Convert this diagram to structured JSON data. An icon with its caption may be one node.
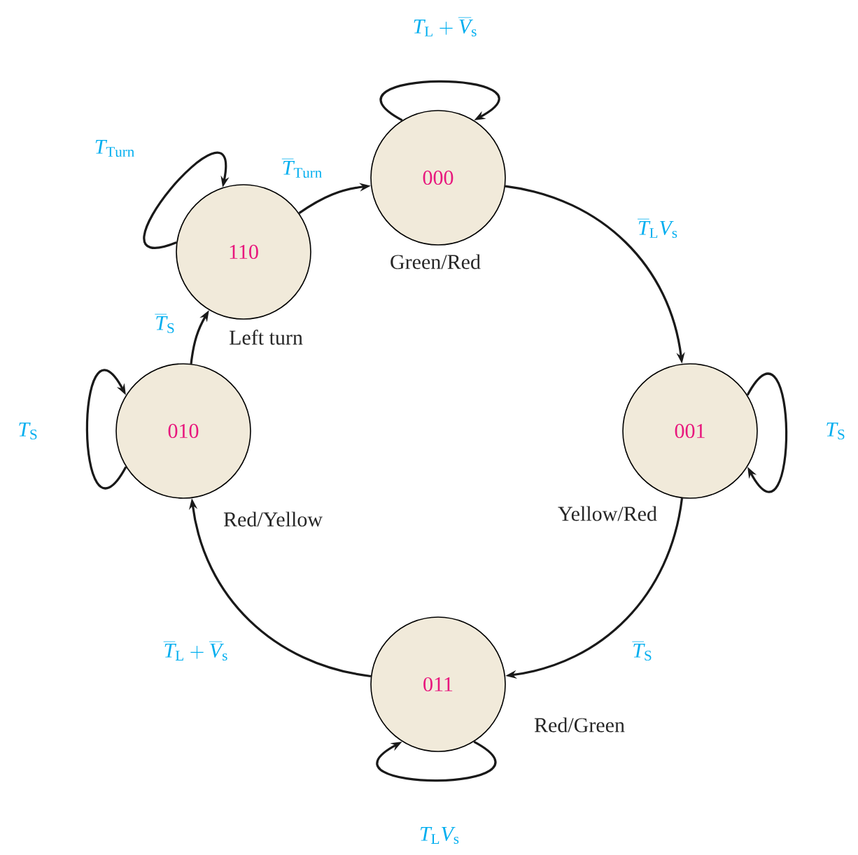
{
  "diagram": {
    "nodes": [
      {
        "text": [
          "000"
        ],
        "beside": [
          "Green/Red"
        ]
      },
      {
        "text": [
          "110"
        ],
        "beside": [
          "Left turn"
        ]
      },
      {
        "text": [
          "010"
        ],
        "beside": [
          "Red/Yellow"
        ]
      },
      {
        "text": [
          "001"
        ],
        "beside": [
          "Yellow/Red"
        ]
      },
      {
        "text": [
          "011"
        ],
        "beside": [
          "Red/Green"
        ]
      }
    ],
    "edges": [
      {
        "from": 0,
        "to": 0,
        "arrow": "to",
        "label": "T_{\\mathrm{L}}+\\overline{V}_{\\mathrm{s}}"
      },
      {
        "from": 0,
        "to": 3,
        "arrow": "to",
        "label": "\\overline{T}_{\\mathrm{L}}V_{\\mathrm{s}}"
      },
      {
        "from": 3,
        "to": 3,
        "arrow": "to",
        "label": "T_{\\mathrm{S}}"
      },
      {
        "from": 3,
        "to": 4,
        "arrow": "to",
        "label": "\\overline{T}_{\\mathrm{S}}"
      },
      {
        "from": 4,
        "to": 4,
        "arrow": "to",
        "label": "T_{\\mathrm{L}}V_{\\mathrm{s}}"
      },
      {
        "from": 4,
        "to": 2,
        "arrow": "to",
        "label": "\\overline{T}_{\\mathrm{L}}+\\overline{V}_{\\mathrm{s}}"
      },
      {
        "from": 2,
        "to": 2,
        "arrow": "to",
        "label": "T_{\\mathrm{S}}"
      },
      {
        "from": 2,
        "to": 1,
        "arrow": "to",
        "label": "\\overline{T}_{\\mathrm{S}}"
      },
      {
        "from": 1,
        "to": 1,
        "arrow": "to",
        "label": "T_{\\mathrm{Turn}}"
      },
      {
        "from": 1,
        "to": 0,
        "arrow": "to",
        "label": "\\overline{T}_{\\mathrm{Turn}}"
      }
    ]
  }
}
